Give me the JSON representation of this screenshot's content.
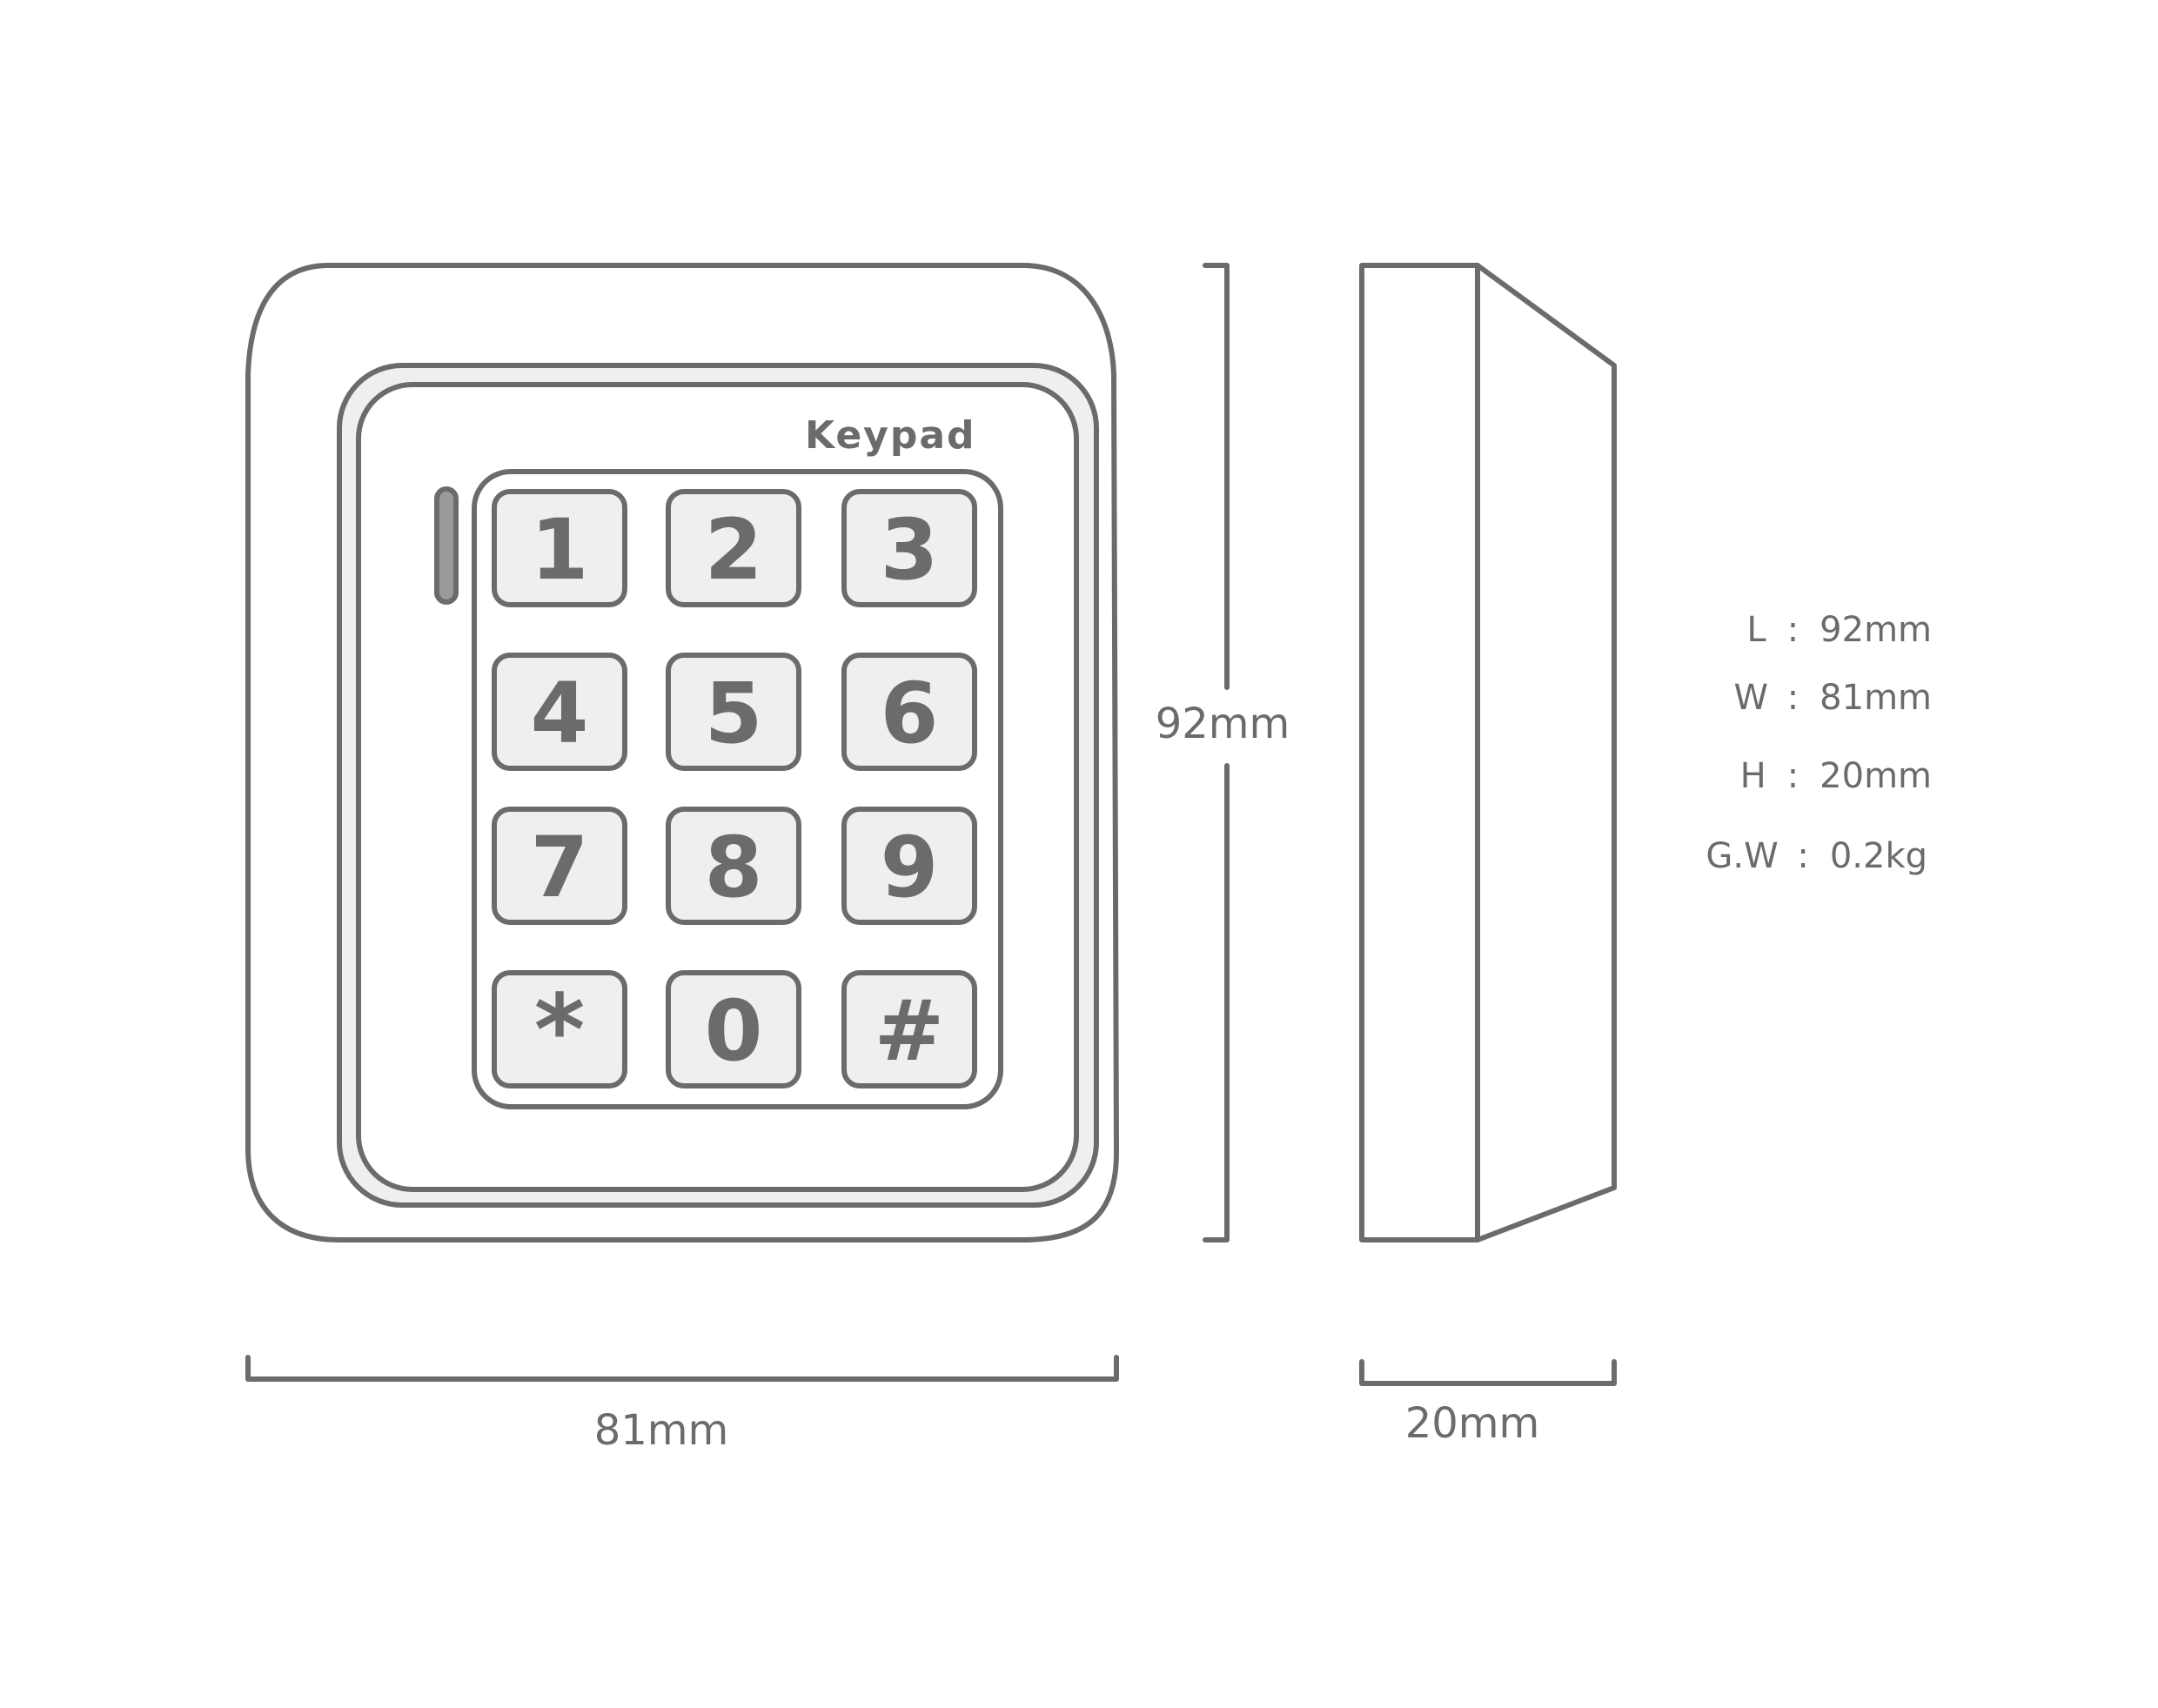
{
  "device": {
    "brand_label": "Keypad",
    "keys": [
      "1",
      "2",
      "3",
      "4",
      "5",
      "6",
      "7",
      "8",
      "9",
      "*",
      "0",
      "#"
    ]
  },
  "dimensions": {
    "width_label": "81mm",
    "height_label": "92mm",
    "depth_label": "20mm"
  },
  "specs": [
    {
      "label": "L",
      "separator": ":",
      "value": "92mm"
    },
    {
      "label": "W",
      "separator": ":",
      "value": "81mm"
    },
    {
      "label": "H",
      "separator": ":",
      "value": "20mm"
    },
    {
      "label": "G.W",
      "separator": ":",
      "value": "0.2kg"
    }
  ],
  "colors": {
    "line": "#6b6b6b",
    "key_fill": "#efefef",
    "bezel_fill": "#efefef",
    "face_fill": "#ffffff"
  }
}
